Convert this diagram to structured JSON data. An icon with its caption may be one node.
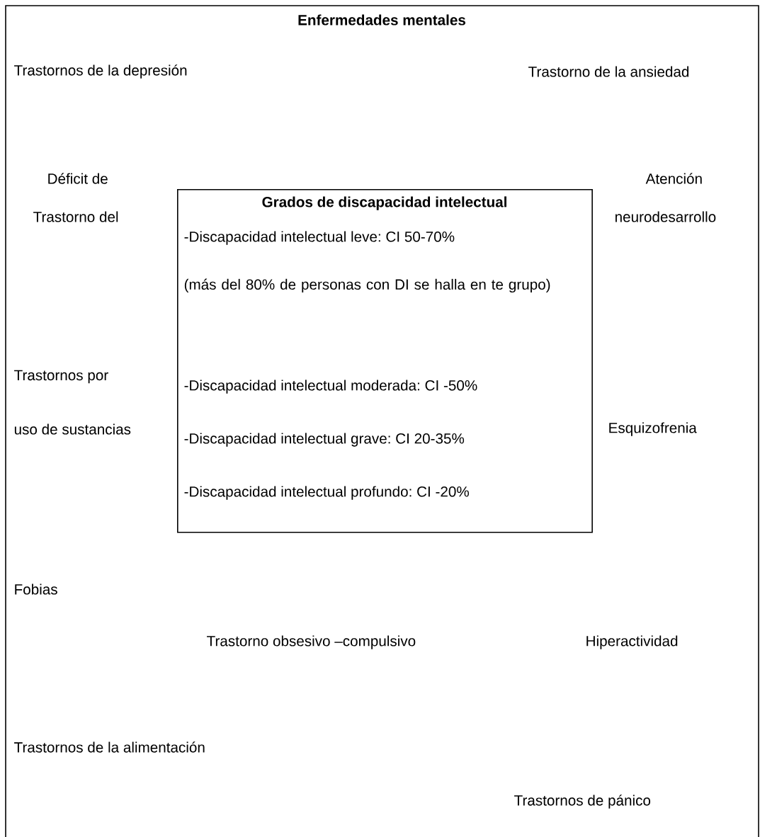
{
  "diagram": {
    "nodes": [
      {
        "text": [
          "Enfermedades mentales"
        ]
      },
      {
        "text": [
          "Grados de discapacidad intelectual",
          "-Discapacidad intelectual leve: CI 50-70%",
          "(más del 80% de personas con DI se halla en te grupo)",
          "-Discapacidad intelectual moderada: CI -50%",
          "-Discapacidad intelectual grave: CI 20-35%",
          "-Discapacidad intelectual profundo: CI -20%"
        ],
        "in": 0
      }
    ],
    "labels": [
      "Trastornos de la depresión",
      "Trastorno de la ansiedad",
      "Déficit de",
      "Atención",
      "Trastorno del",
      "neurodesarrollo",
      "Trastornos por",
      "uso de sustancias",
      "Esquizofrenia",
      "Fobias",
      "Trastorno obsesivo –compulsivo",
      "Hiperactividad",
      "Trastornos de la alimentación",
      "Trastornos de pánico"
    ]
  }
}
